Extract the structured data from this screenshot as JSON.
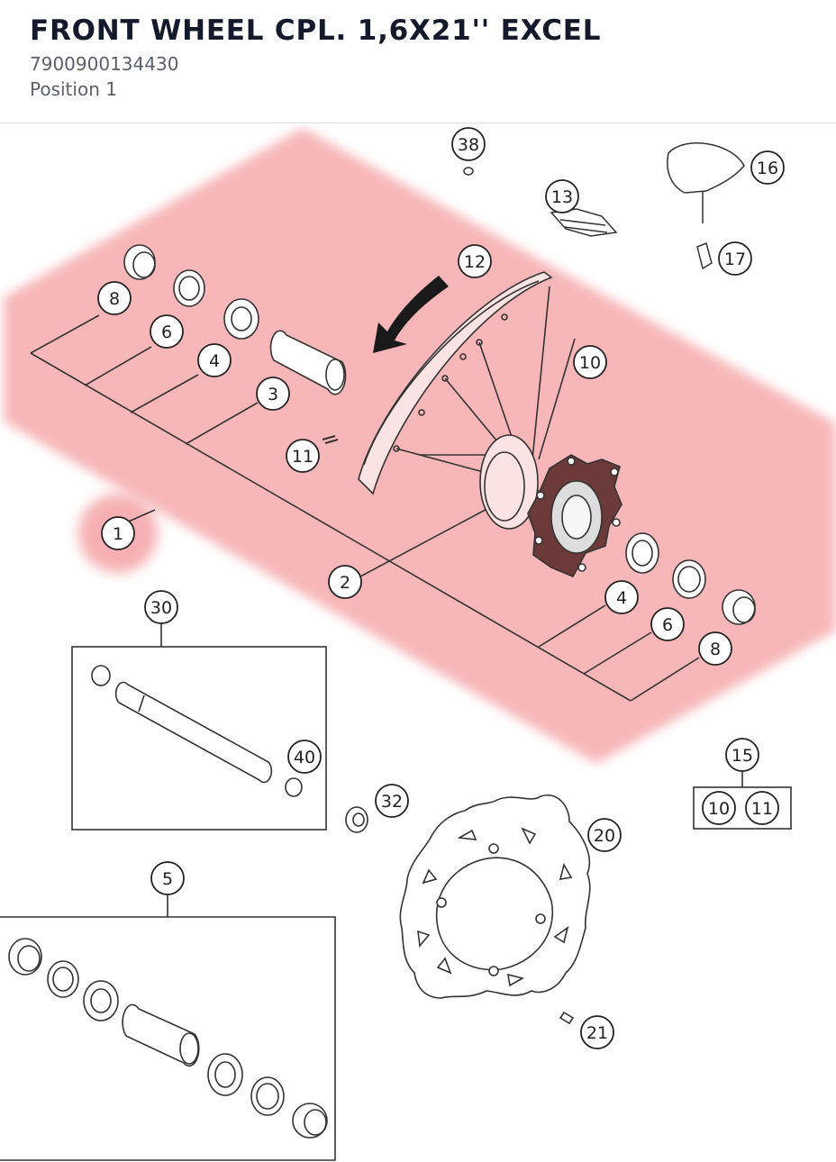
{
  "header": {
    "title": "FRONT WHEEL CPL. 1,6X21'' EXCEL",
    "part_number": "7900900134430",
    "position": "Position 1"
  },
  "diagram": {
    "highlight_color": "#f5a3a6",
    "callouts": {
      "c38": "38",
      "c16": "16",
      "c13": "13",
      "c17": "17",
      "c12": "12",
      "c8a": "8",
      "c6a": "6",
      "c4a": "4",
      "c3": "3",
      "c10": "10",
      "c11": "11",
      "c1": "1",
      "c2": "2",
      "c4b": "4",
      "c6b": "6",
      "c8b": "8",
      "c30": "30",
      "c40": "40",
      "c32": "32",
      "c15": "15",
      "c15a": "10",
      "c15b": "11",
      "c20": "20",
      "c5": "5",
      "c21": "21"
    }
  }
}
